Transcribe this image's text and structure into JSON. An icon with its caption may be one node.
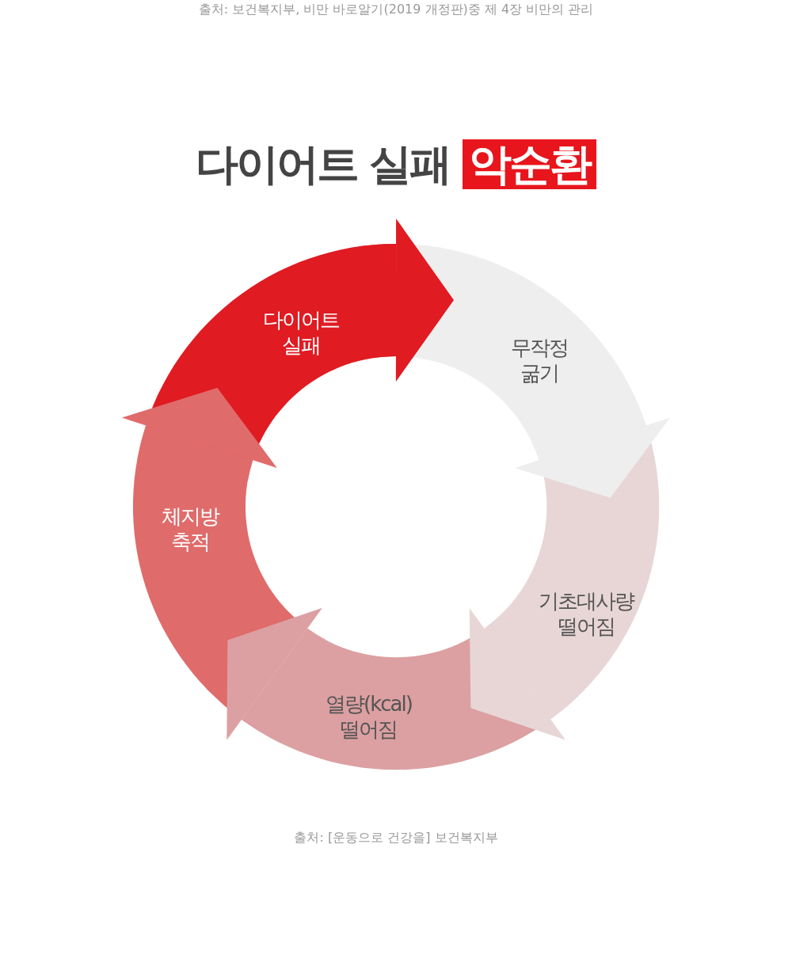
{
  "diagram": {
    "title": "다이어트 실패 **악순환**",
    "caption": "출처: [운동으로 건강을] 보건복지부",
    "nodes": [
      {
        "text": [
          "다이어트 실패"
        ]
      },
      {
        "text": [
          "무작정 굶기"
        ]
      },
      {
        "text": [
          "기초대사량 떨어짐"
        ]
      },
      {
        "text": [
          "열량(kcal) 떨어짐"
        ]
      },
      {
        "text": [
          "체지방 축적"
        ]
      }
    ],
    "edges": [
      {
        "from": 0,
        "to": 1,
        "arrow": "to",
        "color": "#e01b22"
      },
      {
        "from": 1,
        "to": 2,
        "arrow": "to",
        "color": "#eeeeee"
      },
      {
        "from": 2,
        "to": 3,
        "arrow": "to",
        "color": "#e8d6d6"
      },
      {
        "from": 3,
        "to": 4,
        "arrow": "to",
        "color": "#dca0a2"
      },
      {
        "from": 4,
        "to": 0,
        "arrow": "to",
        "color": "#e06b6b"
      }
    ],
    "labels": [
      "출처: 보건복지부, 비만 바로알기(2019 개정판)중 제 4장 비만의 관리"
    ]
  }
}
